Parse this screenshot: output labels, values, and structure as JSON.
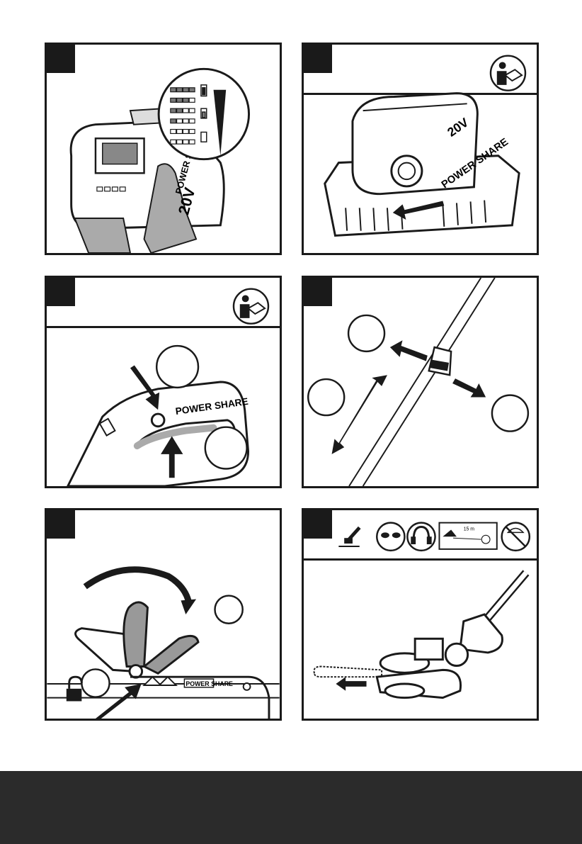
{
  "panels": [
    {
      "id": "battery-level",
      "battery_label": "POWER SHARE",
      "battery_voltage": "20V"
    },
    {
      "id": "charger",
      "battery_label": "POWER SHARE",
      "battery_voltage": "20V"
    },
    {
      "id": "handle-assembly",
      "handle_label": "POWER SHARE"
    },
    {
      "id": "shaft-adjust"
    },
    {
      "id": "guard-fold",
      "shaft_label": "POWER SHARE"
    },
    {
      "id": "trimmer-head",
      "distance_label": "15 m"
    }
  ],
  "icons": [
    "manual-icon",
    "safety-glasses-icon",
    "ear-protection-icon",
    "distance-warning-icon",
    "no-rain-icon",
    "unlock-icon"
  ],
  "colors": {
    "ink": "#1a1a1a",
    "footer": "#2b2b2b",
    "shade": "#888888"
  }
}
